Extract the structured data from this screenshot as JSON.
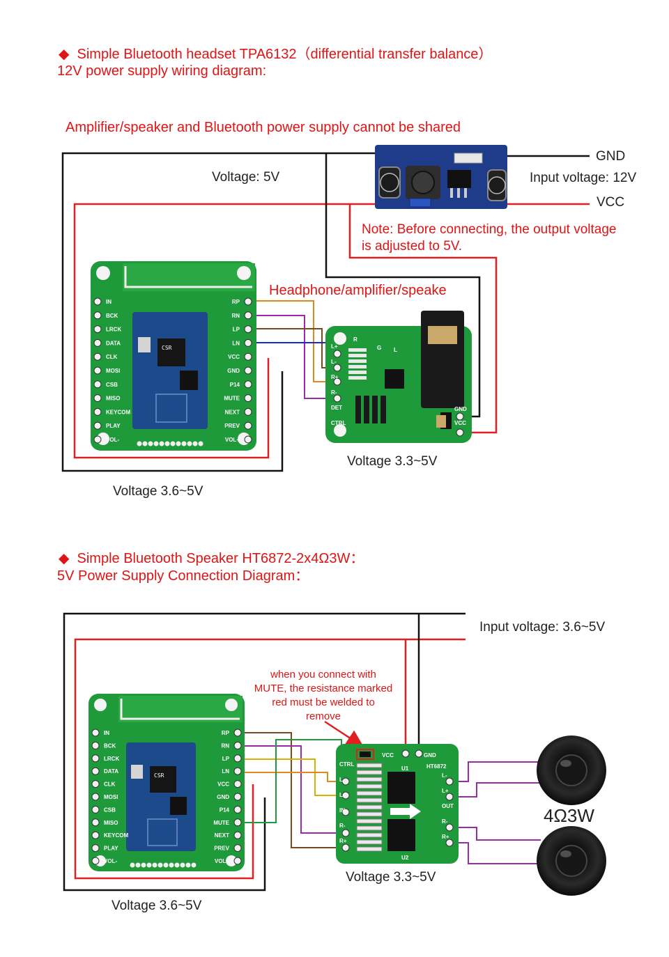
{
  "section1": {
    "heading_line1": "Simple Bluetooth headset TPA6132（differential transfer balance）",
    "heading_line2": "12V power supply wiring diagram:",
    "warning": "Amplifier/speaker and Bluetooth power supply cannot be shared",
    "gnd_label": "GND",
    "input_voltage": "Input voltage: 12V",
    "vcc_label": "VCC",
    "voltage_5v": "Voltage: 5V",
    "note": "Note: Before connecting, the output voltage is adjusted to 5V.",
    "headphone_label": "Headphone/amplifier/speake",
    "amp_voltage": "Voltage 3.3~5V",
    "bt_voltage": "Voltage 3.6~5V"
  },
  "section2": {
    "heading_line1": "Simple Bluetooth Speaker HT6872-2x4Ω3W：",
    "heading_line2": "5V Power Supply Connection Diagram：",
    "input_voltage": "Input voltage: 3.6~5V",
    "mute_note": "when you connect with MUTE, the resistance marked red must be welded to remove",
    "speaker_label": "4Ω3W",
    "amp_voltage": "Voltage 3.3~5V",
    "bt_voltage": "Voltage 3.6~5V"
  },
  "bt_module": {
    "left_pins": [
      "IN",
      "BCK",
      "LRCK",
      "DATA",
      "CLK",
      "MOSI",
      "CSB",
      "MISO",
      "KEYCOM",
      "PLAY",
      "VOL-"
    ],
    "right_pins": [
      "RP",
      "RN",
      "LP",
      "LN",
      "VCC",
      "GND",
      "P14",
      "MUTE",
      "NEXT",
      "PREV",
      "VOL+"
    ],
    "chip_text": "CSR"
  },
  "tpa_board": {
    "top_labels": [
      "R",
      "G",
      "L"
    ],
    "side_labels": [
      "L+",
      "L-",
      "R+",
      "R-",
      "DET",
      "CTRL"
    ],
    "right_labels": [
      "GND",
      "VCC"
    ]
  },
  "ht_board": {
    "chip": "HT6872",
    "top_labels": [
      "VCC",
      "GND"
    ],
    "left_labels": [
      "CTRL",
      "L-",
      "L+",
      "IN",
      "R-",
      "R+"
    ],
    "right_labels": [
      "L-",
      "L+",
      "OUT",
      "R-",
      "R+"
    ],
    "u_labels": [
      "U1",
      "U2"
    ]
  },
  "colors": {
    "wire_black": "#111111",
    "wire_red": "#e02020",
    "wire_orange": "#e08a1e",
    "wire_purple": "#9a2aa8",
    "wire_blue": "#1a2ad0",
    "wire_brown": "#7a4a1a",
    "wire_green": "#1f9a3a",
    "wire_yellow": "#d8b000",
    "pcb_green": "#1f9a3a",
    "module_blue": "#1d4a8a",
    "text_red": "#e01414"
  }
}
